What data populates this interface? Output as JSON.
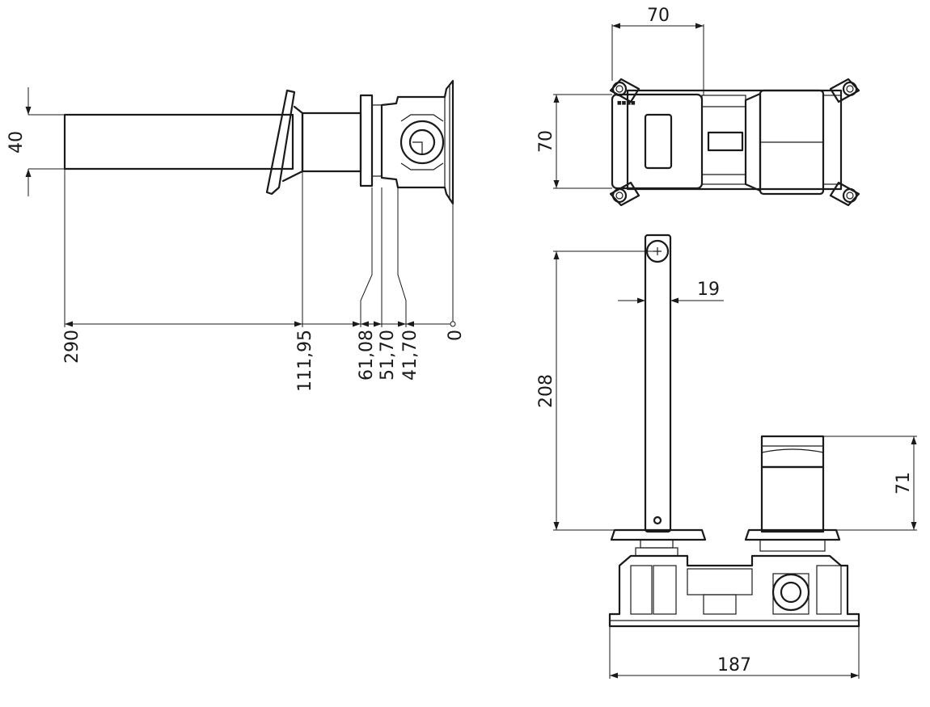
{
  "colors": {
    "line": "#1a1a1a",
    "background": "#ffffff"
  },
  "side_view": {
    "dimensions": {
      "height": "40",
      "pos_290": "290",
      "pos_111_95": "111,95",
      "pos_61_08": "61,08",
      "pos_51_70": "51,70",
      "pos_41_70": "41,70",
      "pos_0": "0"
    }
  },
  "top_view": {
    "dimensions": {
      "width": "70",
      "height": "70"
    }
  },
  "front_view": {
    "dimensions": {
      "spout_height": "208",
      "spout_width": "19",
      "handle_height": "71",
      "base_width": "187"
    }
  }
}
